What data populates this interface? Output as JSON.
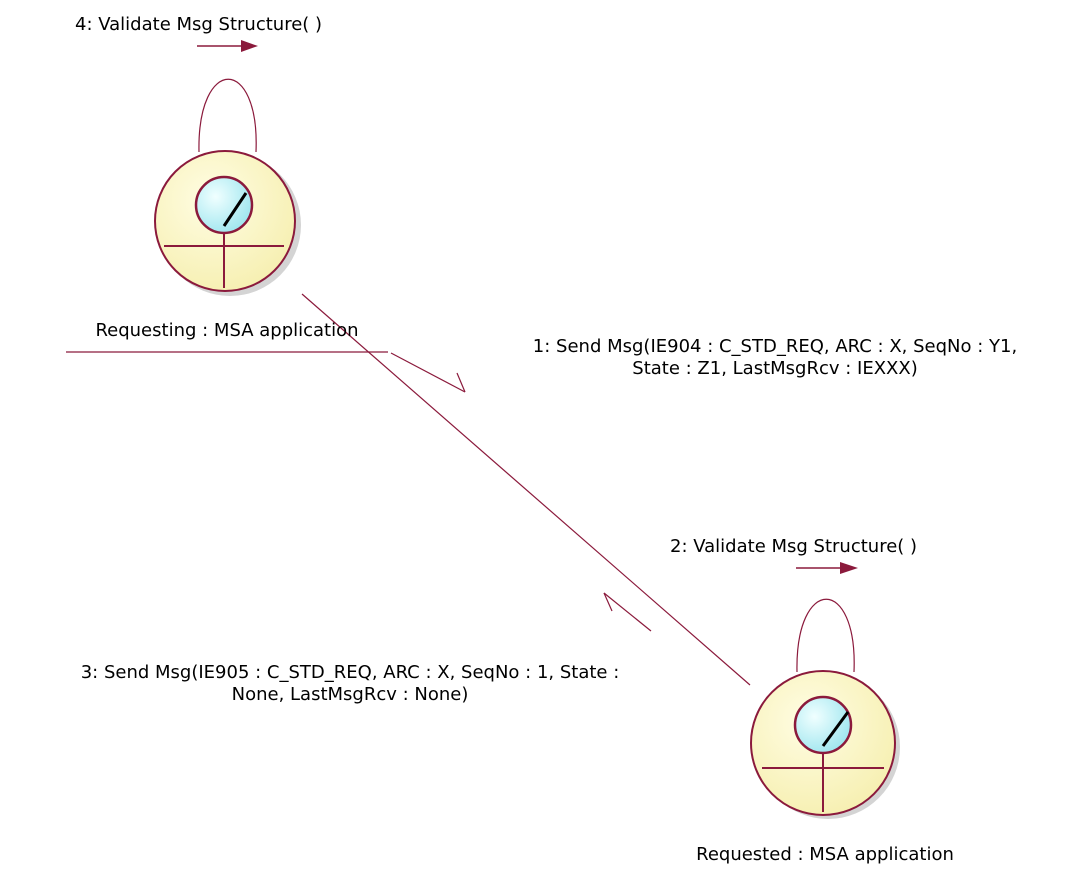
{
  "diagram": {
    "objects": [
      {
        "name": "Requesting : MSA application"
      },
      {
        "name": "Requested : MSA application"
      }
    ],
    "messages": [
      {
        "line1": "1: Send Msg(IE904 : C_STD_REQ, ARC : X, SeqNo : Y1,",
        "line2": "State : Z1, LastMsgRcv : IEXXX)"
      },
      {
        "line1": "2: Validate Msg Structure( )"
      },
      {
        "line1": "3: Send Msg(IE905 : C_STD_REQ, ARC : X, SeqNo : 1, State :",
        "line2": "None, LastMsgRcv : None)"
      },
      {
        "line1": "4: Validate Msg Structure( )"
      }
    ]
  },
  "colors": {
    "line": "#8b1a3c",
    "fill": "#fbf7c8",
    "lens": "#c6f3f8",
    "shadow": "#c9c9c9",
    "text": "#000000"
  }
}
